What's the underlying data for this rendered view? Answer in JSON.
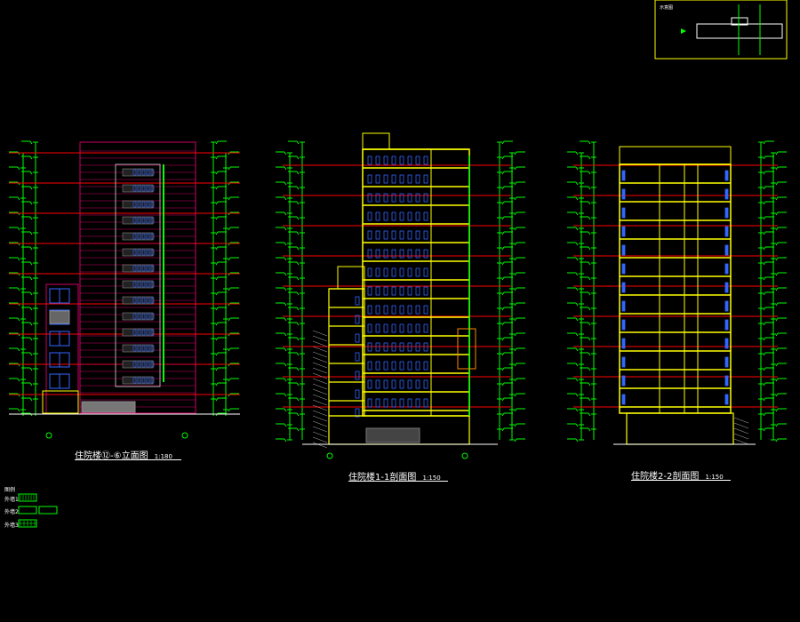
{
  "drawing": {
    "views": [
      {
        "id": "elevation",
        "title": "住院楼⑫-⑥立面图",
        "scale": "1:180"
      },
      {
        "id": "section-1",
        "title": "住院楼1-1剖面图",
        "scale": "1:150"
      },
      {
        "id": "section-2",
        "title": "住院楼2-2剖面图",
        "scale": "1:150"
      }
    ],
    "key_plan": {
      "title": "示意图"
    },
    "legend": {
      "heading": "图例",
      "items": [
        {
          "label": "外墙1"
        },
        {
          "label": "外墙2"
        },
        {
          "label": "外墙3"
        }
      ]
    },
    "colors": {
      "background": "#000000",
      "level_line": "#ff0000",
      "dimension": "#00ff00",
      "structure": "#ffff00",
      "window": "#3366ff",
      "facade": "#cc0066",
      "text": "#ffffff"
    }
  }
}
